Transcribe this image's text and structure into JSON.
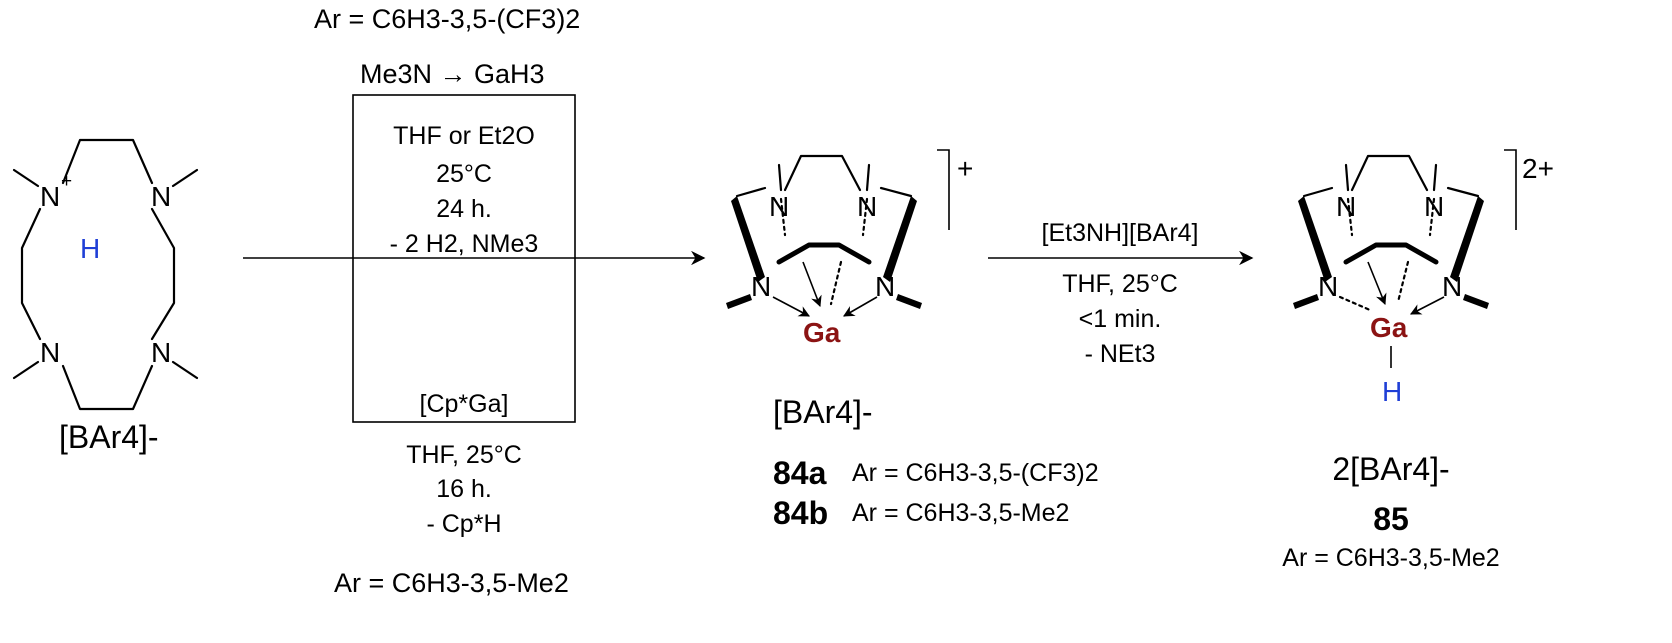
{
  "colors": {
    "gallium": "#8b1313",
    "hydrogen": "#1f3fd6",
    "ink": "#000000"
  },
  "atoms": {
    "N": "N",
    "H": "H",
    "Ga": "Ga",
    "plus": "+"
  },
  "reactant": {
    "counterion": "[BAr4]-"
  },
  "step1": {
    "top_ar": "Ar = C6H3-3,5-(CF3)2",
    "reagent_top": "Me3N → GaH3",
    "solvent": "THF or Et2O",
    "temperature": "25°C",
    "time": "24 h.",
    "byproduct": "- 2 H2, NMe3",
    "reagent_bottom": "[Cp*Ga]",
    "bottom_solvent_temp": "THF, 25°C",
    "bottom_time": "16 h.",
    "bottom_byproduct": "- Cp*H",
    "bottom_ar": "Ar = C6H3-3,5-Me2"
  },
  "product1": {
    "charge": "+",
    "counterion": "[BAr4]-",
    "label_a": "84a",
    "ar_a": "Ar = C6H3-3,5-(CF3)2",
    "label_b": "84b",
    "ar_b": "Ar = C6H3-3,5-Me2"
  },
  "step2": {
    "reagent": "[Et3NH][BAr4]",
    "solvent_temp": "THF, 25°C",
    "time": "<1 min.",
    "byproduct": "- NEt3"
  },
  "product2": {
    "charge": "2+",
    "counterion": "2[BAr4]-",
    "label": "85",
    "ar": "Ar = C6H3-3,5-Me2"
  }
}
